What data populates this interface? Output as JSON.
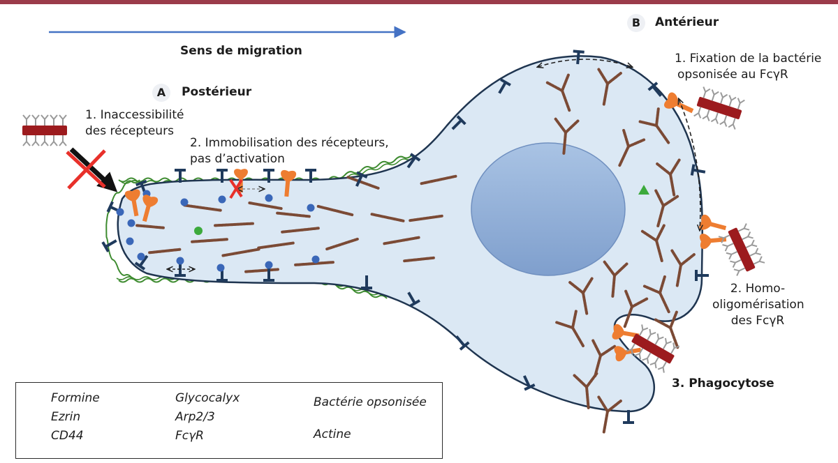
{
  "migration": {
    "label": "Sens de migration",
    "arrow_color": "#4472c4"
  },
  "posterior": {
    "tag": "A",
    "title": "Postérieur"
  },
  "anterior": {
    "tag": "B",
    "title": "Antérieur"
  },
  "steps": {
    "inaccess_1": "1. Inaccessibilité",
    "inaccess_2": "des récepteurs",
    "immob_1": "2. Immobilisation des récepteurs,",
    "immob_2": "pas d’activation",
    "fix_1": "1. Fixation de la bactérie",
    "fix_2": "opsonisée au FcγR",
    "homo_1": "2. Homo-",
    "homo_2": "oligomérisation",
    "homo_3": "des FcγR",
    "phago": "3. Phagocytose"
  },
  "legend": {
    "formine": "Formine",
    "ezrin": "Ezrin",
    "cd44": "CD44",
    "glycocalyx": "Glycocalyx",
    "arp": "Arp2/3",
    "fcgr": "FcγR",
    "bacterie": "Bactérie opsonisée",
    "actine": "Actine"
  },
  "colors": {
    "cell_fill": "#dbe8f4",
    "membrane": "#1f3550",
    "nucleus": "#8fb0d9",
    "cd44": "#1f3a5c",
    "ezrin": "#3a67b8",
    "formine": "#3caa3c",
    "glycocalyx": "#3d8b2f",
    "fcgr": "#ee7d31",
    "bacteria": "#9c1b1e",
    "antibody": "#9a9a9a",
    "actin": "#7b4a35",
    "cross": "#e8302a"
  },
  "icons": [
    "red-cross-icon",
    "black-arrow-icon",
    "double-arrow-icon"
  ]
}
